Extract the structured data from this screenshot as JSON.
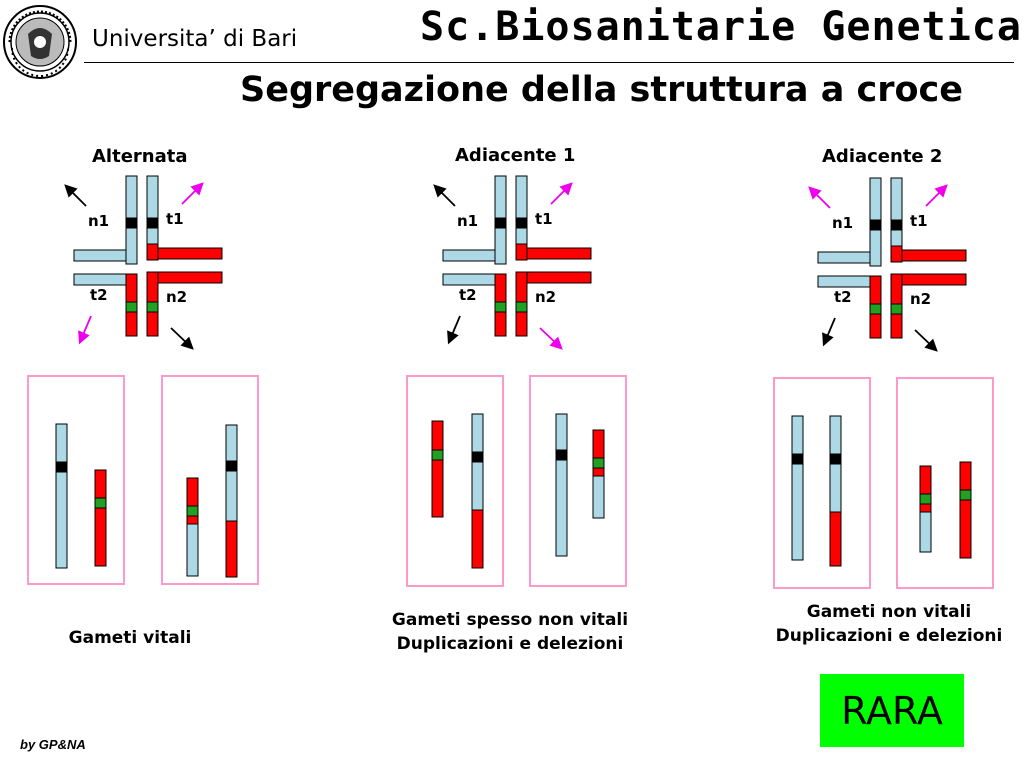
{
  "header": {
    "university": "Universita’ di Bari",
    "course": "Sc.Biosanitarie   Genetica I"
  },
  "title": "Segregazione della struttura a croce",
  "panels": [
    {
      "heading": "Alternata",
      "caption_lines": [
        "Gameti vitali"
      ]
    },
    {
      "heading": "Adiacente 1",
      "caption_lines": [
        "Gameti spesso non vitali",
        "Duplicazioni e delezioni"
      ]
    },
    {
      "heading": "Adiacente 2",
      "caption_lines": [
        "Gameti non vitali",
        "Duplicazioni e delezioni"
      ]
    }
  ],
  "chromosome_labels": {
    "n1": "n1",
    "t1": "t1",
    "n2": "n2",
    "t2": "t2"
  },
  "badge": "RARA",
  "credit": "by GP&NA",
  "colors": {
    "normal": "#add8e6",
    "translocated": "#ff0000",
    "centromere": "#000000",
    "marker": "#22a022",
    "box_border": "#ff99cc",
    "arrow_alt": "#ee00ee",
    "badge_bg": "#00ff00"
  }
}
